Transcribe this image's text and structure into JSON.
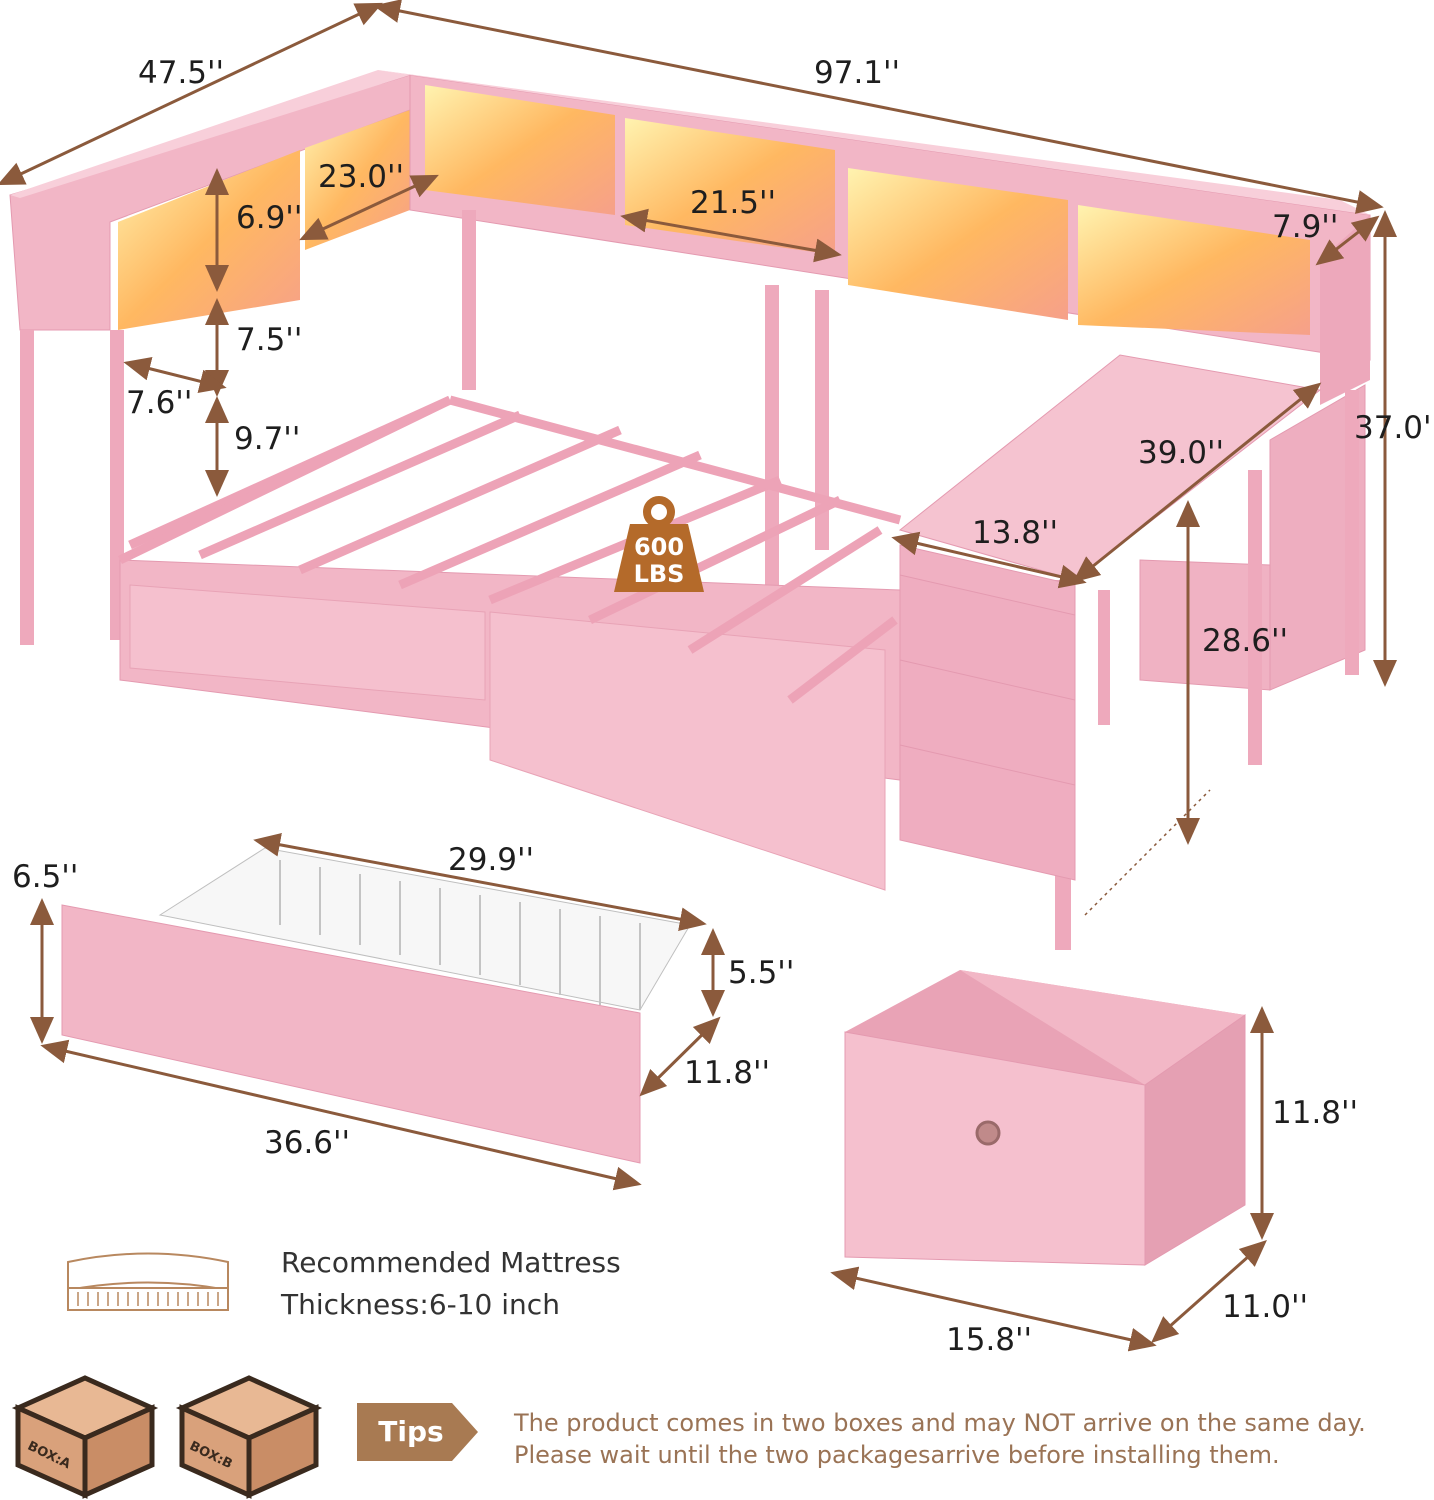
{
  "dimensions": {
    "bed_depth": "47.5''",
    "bed_length": "97.1''",
    "shelf_height": "6.9''",
    "shelf_width_left": "23.0''",
    "shelf_width_mid": "21.5''",
    "shelf_depth": "7.9''",
    "lower_shelf_height": "7.5''",
    "lower_shelf_depth": "7.6''",
    "bed_clearance": "9.7''",
    "total_height": "37.0''",
    "desk_length": "39.0''",
    "desk_depth": "13.8''",
    "desk_height": "28.6''",
    "drawer_height": "6.5''",
    "drawer_inner_length": "29.9''",
    "drawer_basket_height": "5.5''",
    "drawer_depth": "11.8''",
    "drawer_length": "36.6''",
    "bin_height": "11.8''",
    "bin_depth": "11.0''",
    "bin_width": "15.8''"
  },
  "weight_badge": {
    "value": "600",
    "unit": "LBS"
  },
  "mattress": {
    "line1": "Recommended Mattress",
    "line2": "Thickness:6-10 inch"
  },
  "boxes": {
    "box_a": "BOX:A",
    "box_b": "BOX:B"
  },
  "tips": {
    "label": "Tips",
    "line1": "The product comes in two boxes and may NOT arrive on the same day.",
    "line2": "Please wait until the two packagesarrive before installing them."
  },
  "colors": {
    "pink": "#f2b6c6",
    "pink_dark": "#e49ab0",
    "pink_light": "#f8cfda",
    "arrow": "#8b5a3c",
    "led": "#ffb347",
    "box": "#d9a17b"
  }
}
